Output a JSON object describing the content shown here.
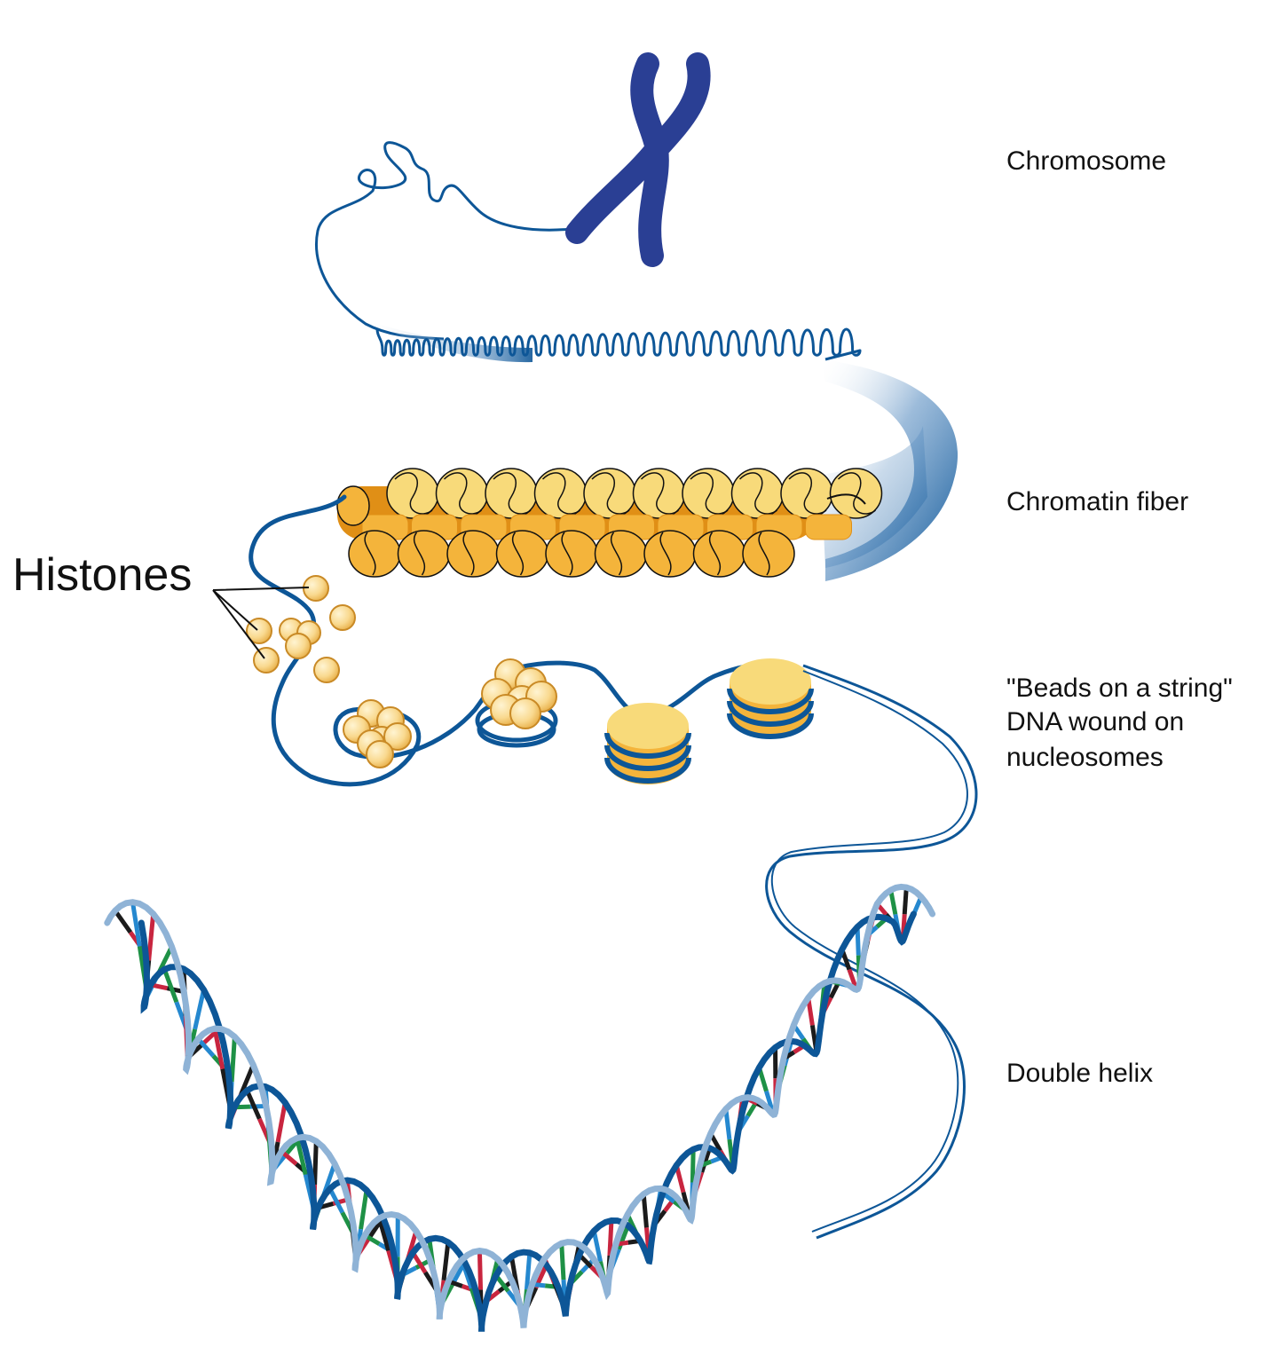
{
  "labels": {
    "chromosome": "Chromosome",
    "chromatin_fiber": "Chromatin fiber",
    "beads_line1": "\"Beads on a string\"",
    "beads_line2": "DNA wound on",
    "beads_line3": "nucleosomes",
    "double_helix": "Double helix",
    "histones": "Histones"
  },
  "colors": {
    "dna_blue": "#0d5697",
    "chromosome_blue": "#2a3f94",
    "histone_gold": "#f4b43b",
    "histone_light": "#f8da7a",
    "histone_shadow": "#e08f16",
    "base_red": "#c8253f",
    "base_green": "#1e9146",
    "base_black": "#1b1b1b",
    "base_blue": "#2588cf"
  }
}
